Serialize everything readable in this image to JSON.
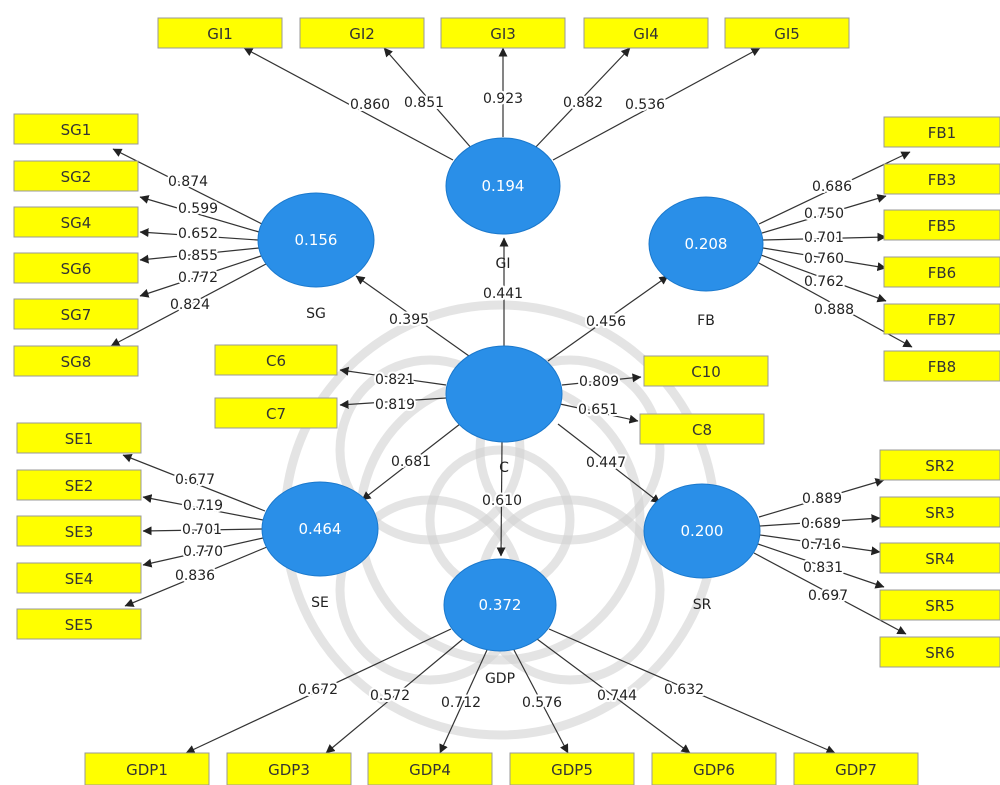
{
  "model": {
    "constructs": [
      {
        "id": "GI",
        "label": "GI",
        "r2": "0.194"
      },
      {
        "id": "SG",
        "label": "SG",
        "r2": "0.156"
      },
      {
        "id": "FB",
        "label": "FB",
        "r2": "0.208"
      },
      {
        "id": "C",
        "label": "C",
        "r2": ""
      },
      {
        "id": "SE",
        "label": "SE",
        "r2": "0.464"
      },
      {
        "id": "SR",
        "label": "SR",
        "r2": "0.200"
      },
      {
        "id": "GDP",
        "label": "GDP",
        "r2": "0.372"
      }
    ],
    "indicators": [
      {
        "id": "GI1",
        "label": "GI1"
      },
      {
        "id": "GI2",
        "label": "GI2"
      },
      {
        "id": "GI3",
        "label": "GI3"
      },
      {
        "id": "GI4",
        "label": "GI4"
      },
      {
        "id": "GI5",
        "label": "GI5"
      },
      {
        "id": "SG1",
        "label": "SG1"
      },
      {
        "id": "SG2",
        "label": "SG2"
      },
      {
        "id": "SG4",
        "label": "SG4"
      },
      {
        "id": "SG6",
        "label": "SG6"
      },
      {
        "id": "SG7",
        "label": "SG7"
      },
      {
        "id": "SG8",
        "label": "SG8"
      },
      {
        "id": "FB1",
        "label": "FB1"
      },
      {
        "id": "FB3",
        "label": "FB3"
      },
      {
        "id": "FB5",
        "label": "FB5"
      },
      {
        "id": "FB6",
        "label": "FB6"
      },
      {
        "id": "FB7",
        "label": "FB7"
      },
      {
        "id": "FB8",
        "label": "FB8"
      },
      {
        "id": "C6",
        "label": "C6"
      },
      {
        "id": "C7",
        "label": "C7"
      },
      {
        "id": "C10",
        "label": "C10"
      },
      {
        "id": "C8",
        "label": "C8"
      },
      {
        "id": "SE1",
        "label": "SE1"
      },
      {
        "id": "SE2",
        "label": "SE2"
      },
      {
        "id": "SE3",
        "label": "SE3"
      },
      {
        "id": "SE4",
        "label": "SE4"
      },
      {
        "id": "SE5",
        "label": "SE5"
      },
      {
        "id": "SR2",
        "label": "SR2"
      },
      {
        "id": "SR3",
        "label": "SR3"
      },
      {
        "id": "SR4",
        "label": "SR4"
      },
      {
        "id": "SR5",
        "label": "SR5"
      },
      {
        "id": "SR6",
        "label": "SR6"
      },
      {
        "id": "GDP1",
        "label": "GDP1"
      },
      {
        "id": "GDP3",
        "label": "GDP3"
      },
      {
        "id": "GDP4",
        "label": "GDP4"
      },
      {
        "id": "GDP5",
        "label": "GDP5"
      },
      {
        "id": "GDP6",
        "label": "GDP6"
      },
      {
        "id": "GDP7",
        "label": "GDP7"
      }
    ],
    "paths": [
      {
        "from": "C",
        "to": "GI",
        "weight": "0.441"
      },
      {
        "from": "C",
        "to": "SG",
        "weight": "0.395"
      },
      {
        "from": "C",
        "to": "FB",
        "weight": "0.456"
      },
      {
        "from": "C",
        "to": "SE",
        "weight": "0.681"
      },
      {
        "from": "C",
        "to": "SR",
        "weight": "0.447"
      },
      {
        "from": "C",
        "to": "GDP",
        "weight": "0.610"
      }
    ],
    "loadings": [
      {
        "from": "GI",
        "to": "GI1",
        "weight": "0.860"
      },
      {
        "from": "GI",
        "to": "GI2",
        "weight": "0.851"
      },
      {
        "from": "GI",
        "to": "GI3",
        "weight": "0.923"
      },
      {
        "from": "GI",
        "to": "GI4",
        "weight": "0.882"
      },
      {
        "from": "GI",
        "to": "GI5",
        "weight": "0.536"
      },
      {
        "from": "SG",
        "to": "SG1",
        "weight": "0.874"
      },
      {
        "from": "SG",
        "to": "SG2",
        "weight": "0.599"
      },
      {
        "from": "SG",
        "to": "SG4",
        "weight": "0.652"
      },
      {
        "from": "SG",
        "to": "SG6",
        "weight": "0.855"
      },
      {
        "from": "SG",
        "to": "SG7",
        "weight": "0.772"
      },
      {
        "from": "SG",
        "to": "SG8",
        "weight": "0.824"
      },
      {
        "from": "FB",
        "to": "FB1",
        "weight": "0.686"
      },
      {
        "from": "FB",
        "to": "FB3",
        "weight": "0.750"
      },
      {
        "from": "FB",
        "to": "FB5",
        "weight": "0.701"
      },
      {
        "from": "FB",
        "to": "FB6",
        "weight": "0.760"
      },
      {
        "from": "FB",
        "to": "FB7",
        "weight": "0.762"
      },
      {
        "from": "FB",
        "to": "FB8",
        "weight": "0.888"
      },
      {
        "from": "C",
        "to": "C6",
        "weight": "0.821"
      },
      {
        "from": "C",
        "to": "C7",
        "weight": "0.819"
      },
      {
        "from": "C",
        "to": "C10",
        "weight": "0.809"
      },
      {
        "from": "C",
        "to": "C8",
        "weight": "0.651"
      },
      {
        "from": "SE",
        "to": "SE1",
        "weight": "0.677"
      },
      {
        "from": "SE",
        "to": "SE2",
        "weight": "0.719"
      },
      {
        "from": "SE",
        "to": "SE3",
        "weight": "0.701"
      },
      {
        "from": "SE",
        "to": "SE4",
        "weight": "0.770"
      },
      {
        "from": "SE",
        "to": "SE5",
        "weight": "0.836"
      },
      {
        "from": "SR",
        "to": "SR2",
        "weight": "0.889"
      },
      {
        "from": "SR",
        "to": "SR3",
        "weight": "0.689"
      },
      {
        "from": "SR",
        "to": "SR4",
        "weight": "0.716"
      },
      {
        "from": "SR",
        "to": "SR5",
        "weight": "0.831"
      },
      {
        "from": "SR",
        "to": "SR6",
        "weight": "0.697"
      },
      {
        "from": "GDP",
        "to": "GDP1",
        "weight": "0.672"
      },
      {
        "from": "GDP",
        "to": "GDP3",
        "weight": "0.572"
      },
      {
        "from": "GDP",
        "to": "GDP4",
        "weight": "0.712"
      },
      {
        "from": "GDP",
        "to": "GDP5",
        "weight": "0.576"
      },
      {
        "from": "GDP",
        "to": "GDP6",
        "weight": "0.744"
      },
      {
        "from": "GDP",
        "to": "GDP7",
        "weight": "0.632"
      }
    ]
  },
  "colors": {
    "construct_fill": "#2a8fe8",
    "indicator_fill": "#ffff00",
    "arrow": "#333333"
  }
}
